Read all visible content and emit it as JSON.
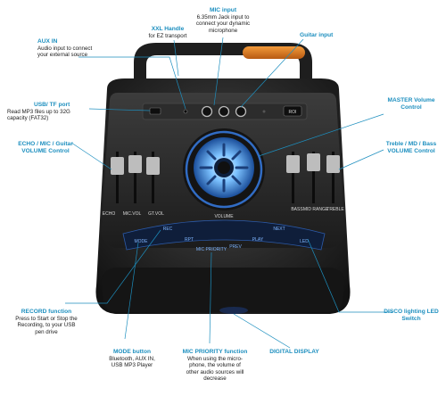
{
  "callouts": {
    "aux_in": {
      "title": "AUX IN",
      "desc": [
        "Audio input to connect",
        "your external source"
      ]
    },
    "xxl_handle": {
      "title": "XXL Handle",
      "desc": [
        "for EZ transport"
      ]
    },
    "mic_input": {
      "title": "MIC input",
      "desc": [
        "6.35mm Jack input to",
        "connect your dynamic",
        "microphone"
      ]
    },
    "guitar_input": {
      "title": "Guitar input",
      "desc": []
    },
    "usb_tf": {
      "title": "USB/ TF port",
      "desc": [
        "Read MP3 files up to 32G",
        "capacity (FAT32)"
      ]
    },
    "master_volume": {
      "title": "MASTER Volume Control",
      "desc": []
    },
    "echo_mic_guitar": {
      "title": "ECHO / MIC / Guitar VOLUME Control",
      "desc": []
    },
    "treble_md_bass": {
      "title": "Treble / MD / Bass VOLUME Control",
      "desc": []
    },
    "record": {
      "title": "RECORD function",
      "desc": [
        "Press to Start or Stop the",
        "Recording, to your USB",
        "pen drive"
      ]
    },
    "disco": {
      "title": "DISCO lighting LED Switch",
      "desc": []
    },
    "mode": {
      "title": "MODE button",
      "desc": [
        "Bluetooth, AUX IN,",
        "USB MP3 Player"
      ]
    },
    "mic_priority": {
      "title": "MIC PRIORITY function",
      "desc": [
        "When using the micro-",
        "phone, the volume of",
        "other audio sources will",
        "decrease"
      ]
    },
    "digital_display": {
      "title": "DIGITAL DISPLAY",
      "desc": []
    }
  },
  "panel_labels": {
    "echo": "ECHO",
    "mic_vol": "MIC.VOL",
    "gt_vol": "GT.VOL",
    "volume": "VOLUME",
    "bass": "BASS",
    "mid_range": "MID RANGE",
    "treble": "TREBLE",
    "power": "ROI"
  },
  "buttons": {
    "mode": "MODE",
    "rec": "REC",
    "rpt": "RPT",
    "mic_priority": "MIC PRIORITY",
    "prev": "PREV",
    "play": "PLAY",
    "next": "NEXT",
    "led": "LED"
  },
  "colors": {
    "accent": "#1d8fbf",
    "handle": "#e07a1f",
    "body": "#2a2a2a",
    "glow": "#4aa8ff"
  }
}
